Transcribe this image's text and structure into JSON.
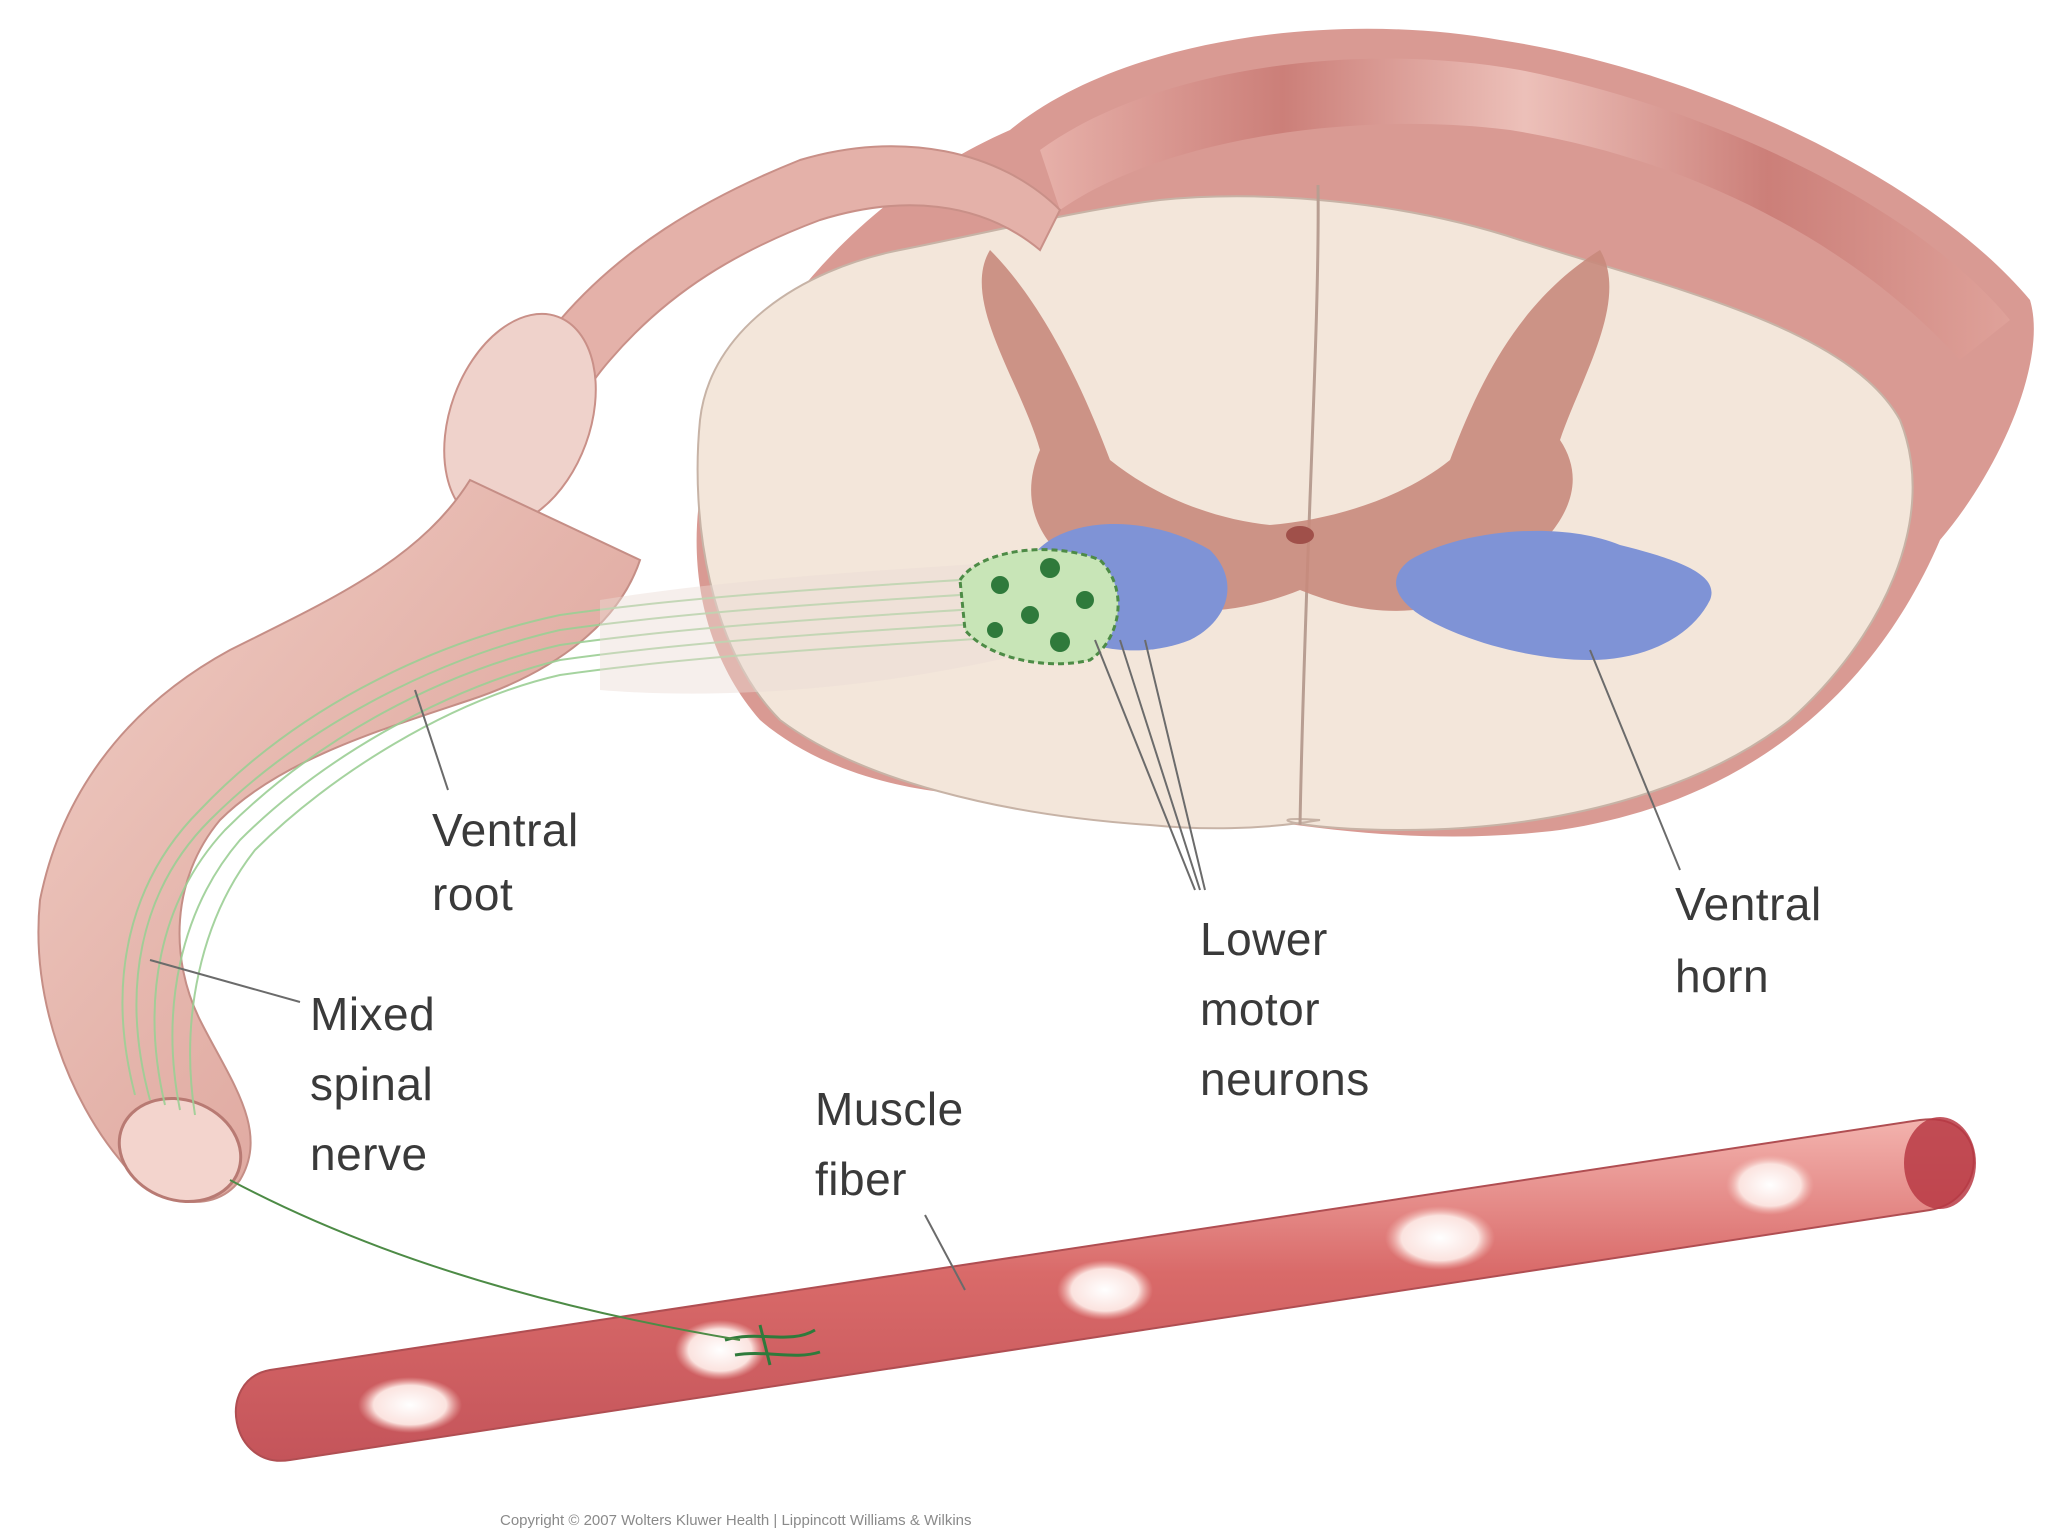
{
  "labels": {
    "ventral_root": [
      "Ventral",
      "root"
    ],
    "mixed_spinal_nerve": [
      "Mixed",
      "spinal",
      "nerve"
    ],
    "lower_motor_neurons": [
      "Lower",
      "motor",
      "neurons"
    ],
    "ventral_horn": [
      "Ventral",
      "horn"
    ],
    "muscle_fiber": [
      "Muscle",
      "fiber"
    ]
  },
  "copyright": "Copyright © 2007 Wolters Kluwer Health | Lippincott Williams & Wilkins",
  "colors": {
    "white_matter": "#f3e6da",
    "gray_matter": "#c8897c",
    "meninges": "#cf8b86",
    "ventral_horn": "#7f93d6",
    "neuron": "#2f7a3b",
    "muscle": "#d86c6c",
    "leader_line": "#6b6b6b"
  }
}
